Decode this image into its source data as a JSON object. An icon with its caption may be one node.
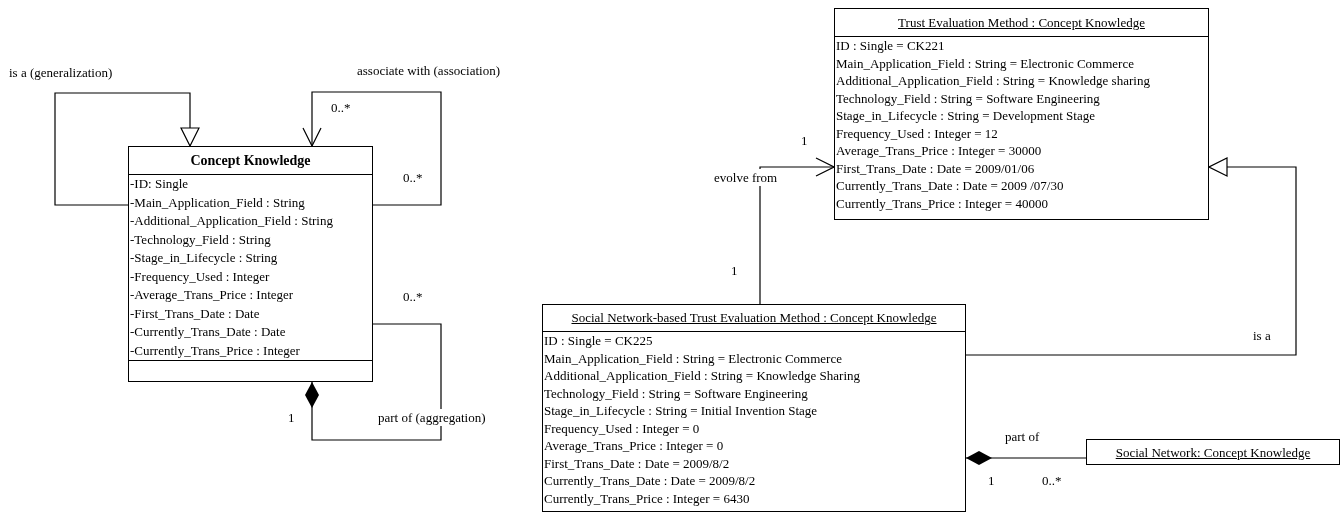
{
  "diagram": {
    "nodes": [
      {
        "text": [
          "Concept Knowledge",
          "-ID: Single",
          "-Main_Application_Field : String",
          "-Additional_Application_Field : String",
          "-Technology_Field : String",
          "-Stage_in_Lifecycle : String",
          "-Frequency_Used : Integer",
          "-Average_Trans_Price : Integer",
          "-First_Trans_Date : Date",
          "-Currently_Trans_Date : Date",
          "-Currently_Trans_Price : Integer"
        ]
      },
      {
        "text": [
          "Trust Evaluation Method : Concept Knowledge",
          "ID : Single = CK221",
          "Main_Application_Field : String = Electronic Commerce",
          "Additional_Application_Field : String = Knowledge sharing",
          "Technology_Field : String = Software Engineering",
          "Stage_in_Lifecycle : String = Development Stage",
          "Frequency_Used : Integer = 12",
          "Average_Trans_Price : Integer = 30000",
          "First_Trans_Date : Date = 2009/01/06",
          "Currently_Trans_Date : Date = 2009 /07/30",
          "Currently_Trans_Price : Integer = 40000"
        ]
      },
      {
        "text": [
          "Social Network-based Trust Evaluation Method : Concept Knowledge",
          "ID : Single = CK225",
          "Main_Application_Field : String = Electronic Commerce",
          "Additional_Application_Field : String = Knowledge Sharing",
          "Technology_Field : String = Software Engineering",
          "Stage_in_Lifecycle : String = Initial Invention Stage",
          "Frequency_Used : Integer = 0",
          "Average_Trans_Price : Integer = 0",
          "First_Trans_Date : Date = 2009/8/2",
          "Currently_Trans_Date : Date = 2009/8/2",
          "Currently_Trans_Price : Integer = 6430"
        ]
      },
      {
        "text": [
          "Social Network: Concept Knowledge"
        ]
      }
    ],
    "edges": [
      {
        "from": 0,
        "to": 0,
        "arrow": "to",
        "label": "is a (generalization)"
      },
      {
        "from": 0,
        "to": 0,
        "arrow": "to",
        "label": "associate with (association)"
      },
      {
        "from": 0,
        "to": 0,
        "arrow": "other",
        "label": "part of (aggregation)"
      },
      {
        "from": 2,
        "to": 1,
        "arrow": "to",
        "label": "evolve from"
      },
      {
        "from": 2,
        "to": 1,
        "arrow": "to",
        "label": "is a"
      },
      {
        "from": 2,
        "to": 3,
        "arrow": "other",
        "label": "part of"
      }
    ],
    "labels": [
      "0..*",
      "0..*",
      "0..*",
      "1",
      "1",
      "1",
      "1",
      "0..*"
    ]
  }
}
